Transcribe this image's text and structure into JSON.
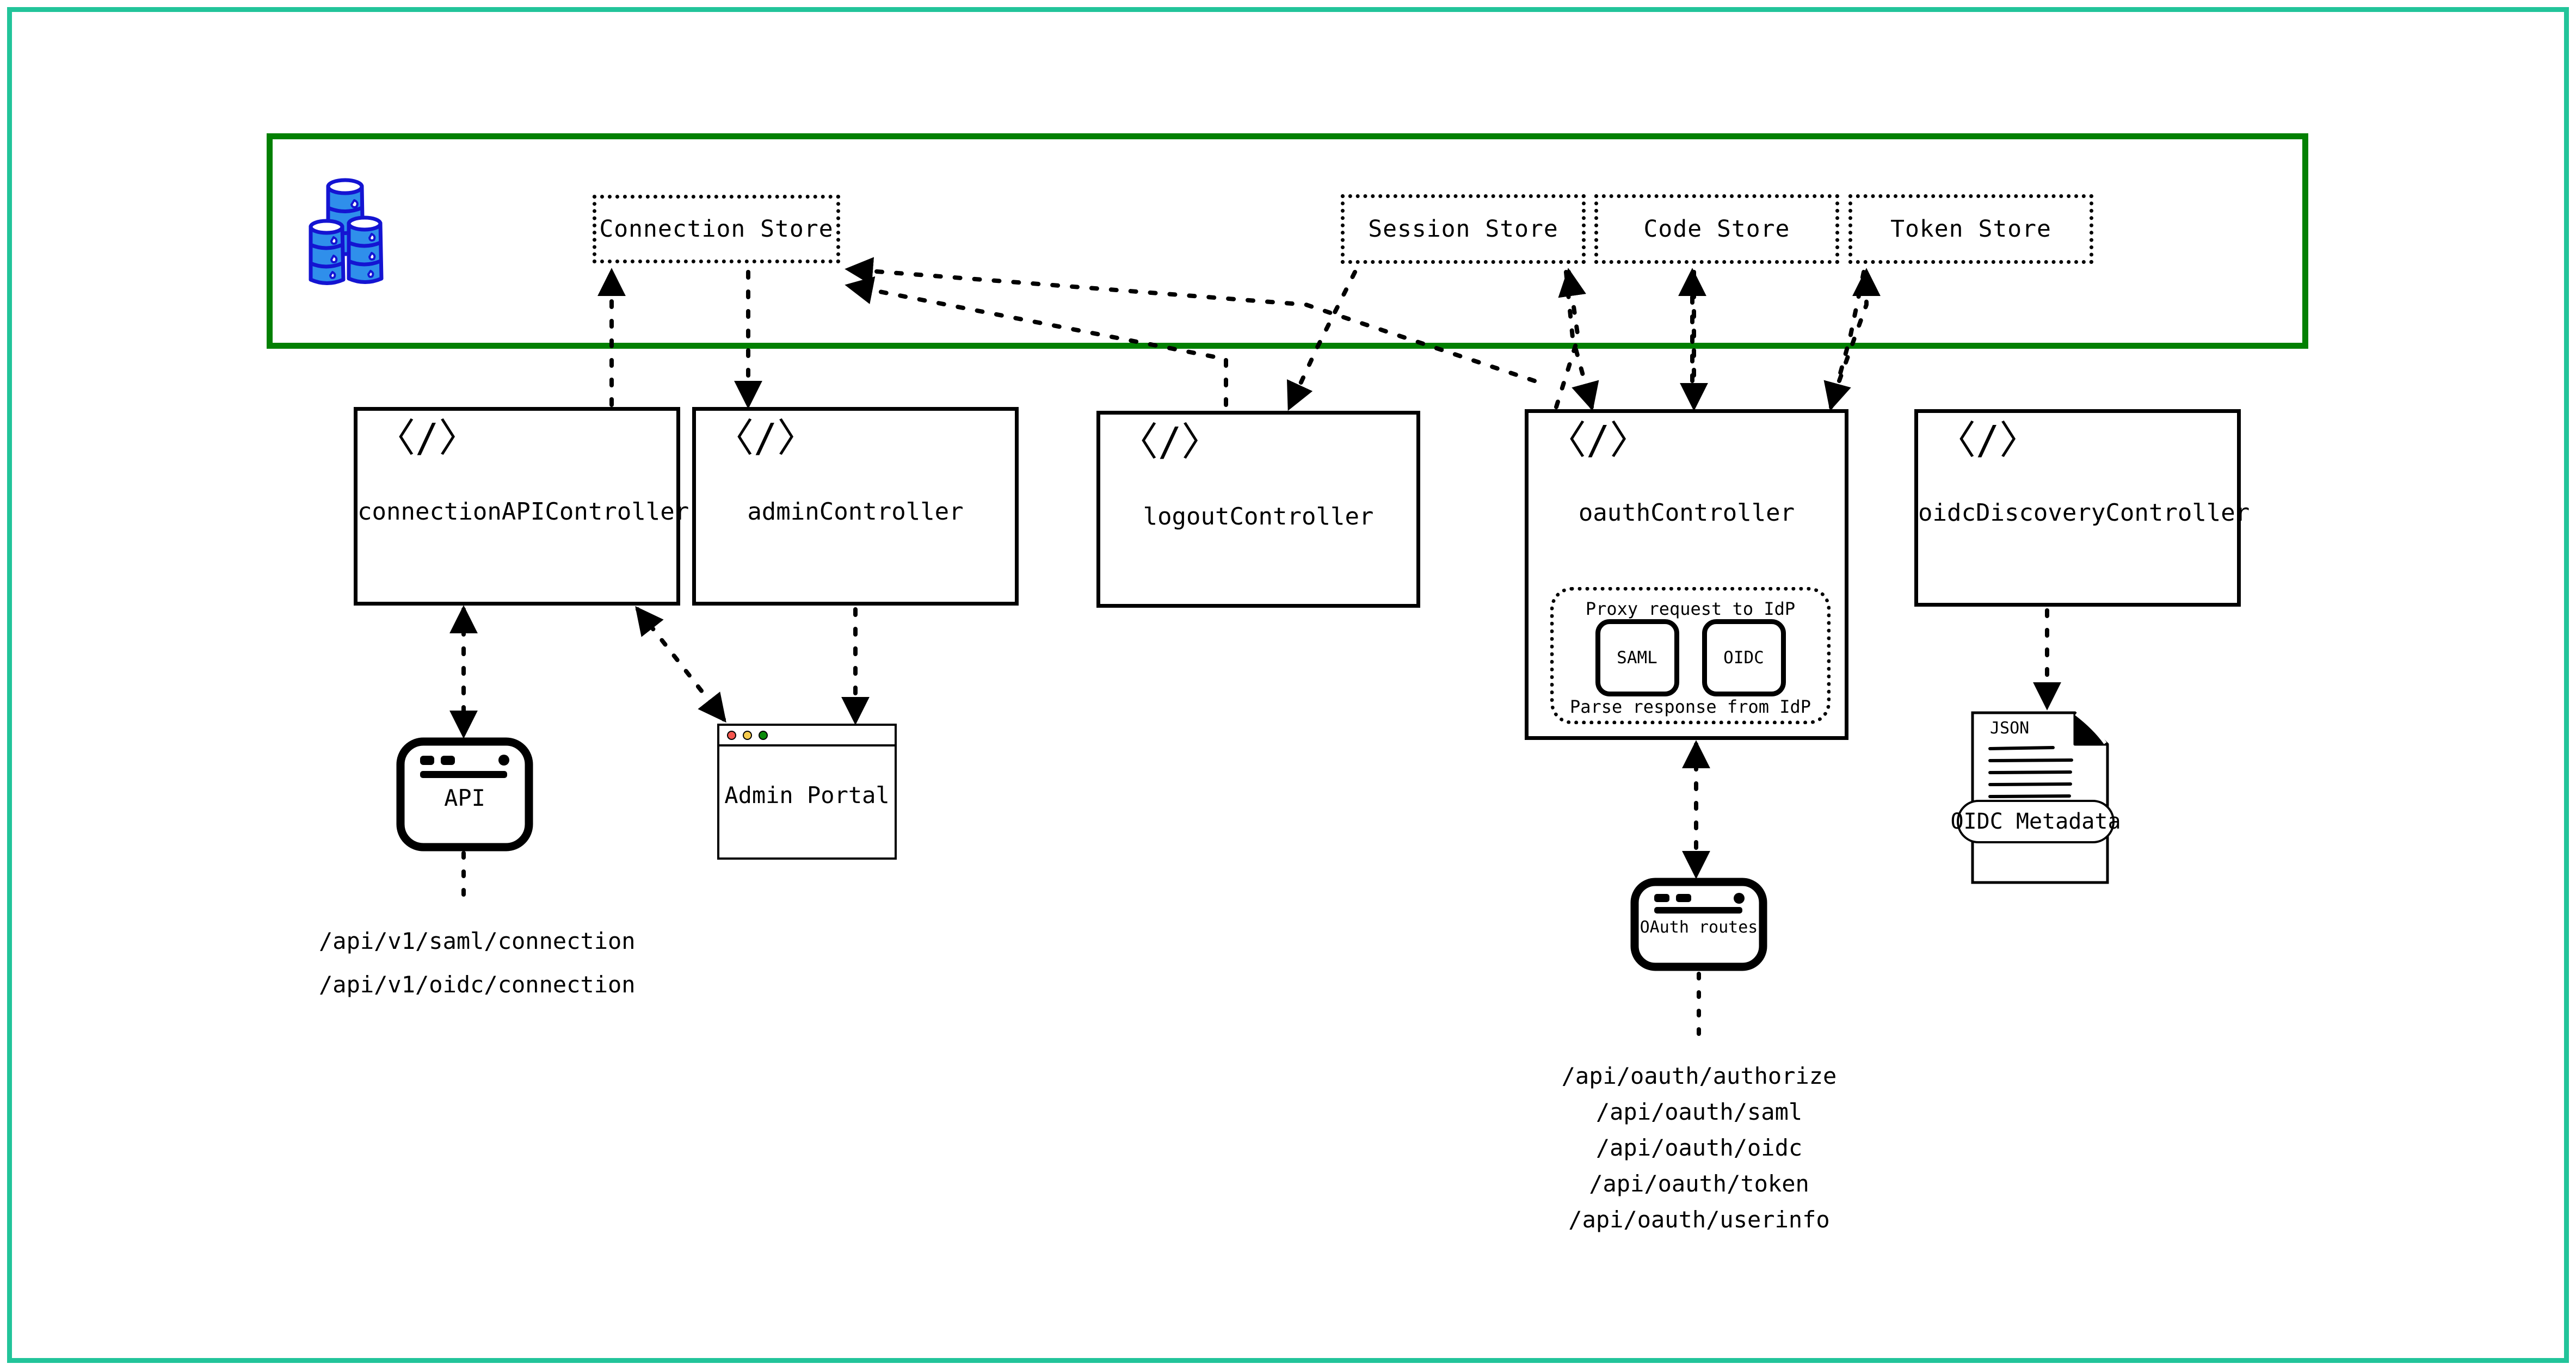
{
  "colors": {
    "outer_frame": "#22C49A",
    "store_group": "#028002",
    "ink": "#000000",
    "database_blue": "#1F7BE0",
    "database_outline": "#1414D2",
    "traffic_red": "#F4564E",
    "traffic_yellow": "#F6CB4D",
    "traffic_green": "#0A8A0A"
  },
  "stores": {
    "database_icon_name": "database-stack-icon",
    "items": [
      {
        "id": "connection-store",
        "label": "Connection Store"
      },
      {
        "id": "session-store",
        "label": "Session Store"
      },
      {
        "id": "code-store",
        "label": "Code Store"
      },
      {
        "id": "token-store",
        "label": "Token Store"
      }
    ]
  },
  "controllers": [
    {
      "id": "connection-api-controller",
      "label": "connectionAPIController",
      "icon": "code-icon",
      "icon_glyph": "〈/〉"
    },
    {
      "id": "admin-controller",
      "label": "adminController",
      "icon": "code-icon",
      "icon_glyph": "〈/〉"
    },
    {
      "id": "logout-controller",
      "label": "logoutController",
      "icon": "code-icon",
      "icon_glyph": "〈/〉"
    },
    {
      "id": "oauth-controller",
      "label": "oauthController",
      "icon": "code-icon",
      "icon_glyph": "〈/〉"
    },
    {
      "id": "oidc-discovery-controller",
      "label": "oidcDiscoveryController",
      "icon": "code-icon",
      "icon_glyph": "〈/〉"
    }
  ],
  "proxy_group": {
    "top_label": "Proxy request to IdP",
    "bottom_label": "Parse response from IdP",
    "protocols": [
      {
        "id": "saml",
        "label": "SAML"
      },
      {
        "id": "oidc",
        "label": "OIDC"
      }
    ]
  },
  "nodes": {
    "api": {
      "label": "API",
      "icon": "device-icon"
    },
    "admin_portal": {
      "label": "Admin Portal",
      "icon": "browser-window-icon"
    },
    "oauth_routes": {
      "label": "OAuth routes",
      "icon": "browser-window-rounded-icon"
    },
    "oidc_metadata": {
      "label": "OIDC Metadata",
      "doc_label": "JSON",
      "icon": "json-document-icon"
    }
  },
  "endpoints": {
    "connection_api": [
      "/api/v1/saml/connection",
      "/api/v1/oidc/connection"
    ],
    "oauth": [
      "/api/oauth/authorize",
      "/api/oauth/saml",
      "/api/oauth/oidc",
      "/api/oauth/token",
      "/api/oauth/userinfo"
    ]
  }
}
